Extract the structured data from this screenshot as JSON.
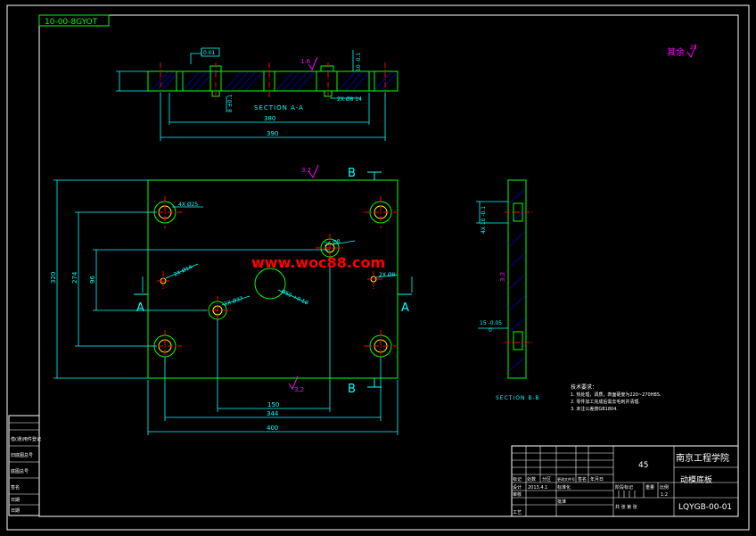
{
  "drawing": {
    "corner_code": "10-00-8GYOT",
    "roughness_other_label": "其余",
    "roughness_other_value": "25",
    "watermark": "www.woc88.com"
  },
  "section_aa": {
    "label": "SECTION A-A",
    "dim_380": "380",
    "dim_390": "390",
    "tolerance_frame": "0.01",
    "hole_dims": "2X Ø8 14",
    "dim_left": "8 ±0.1",
    "dim_right": "10 -0.1",
    "roughness": "1.6"
  },
  "plan_view": {
    "section_b": "B",
    "section_a": "A",
    "roughness_top": "3.2",
    "roughness_bottom": "3.2",
    "dim_320": "320",
    "dim_274": "274",
    "dim_96": "96",
    "dim_150": "150",
    "dim_344": "344",
    "dim_400": "400",
    "hole_4x": "4X Ø25",
    "hole_2x14": "2X Ø14",
    "hole_2x8": "2X Ø8",
    "hole_2x37": "2X Ø37",
    "hole_center": "Ø50 +0.10",
    "hole_right": "2X Ø8"
  },
  "section_bb": {
    "label": "SECTION B-B",
    "dim_top": "4X 10 -0.1",
    "dim_mid": "15 -0.05",
    "dim_bot": "0",
    "roughness": "3.2"
  },
  "notes": {
    "title": "技术要求：",
    "lines": [
      "1. 热处理，调质，表面硬度为220~270HBS.",
      "2. 零件加工完成后需去毛刺并清理.",
      "3. 未注公差按GB1804."
    ]
  },
  "title_block": {
    "institution": "南京工程学院",
    "part_name": "动模底板",
    "drawing_no": "LQYGB-00-01",
    "material": "45",
    "header_cells": [
      "标记",
      "处数",
      "分区",
      "更改文件号",
      "签名",
      "年月日"
    ],
    "row_labels": [
      "设计",
      "审核",
      "工艺"
    ],
    "designer_date": "2013.4.1",
    "stage_labels": [
      "阶段标记",
      "重量",
      "比例"
    ],
    "scale": "1:2",
    "standardize": "标准化",
    "approve": "批准",
    "sheet": "共 张 第 张"
  },
  "side_strip": {
    "labels": [
      "借(通)用件登记",
      "旧底图总号",
      "底图总号",
      "签名",
      "日期",
      "日期"
    ]
  },
  "colors": {
    "frame": "#ffffff",
    "line": "#00ffff",
    "part": "#00ff00",
    "center": "#ff0000",
    "hatch": "#0000ff",
    "dim": "#ff00ff",
    "hole_inner": "#ffff00",
    "watermark": "#ff0000"
  }
}
